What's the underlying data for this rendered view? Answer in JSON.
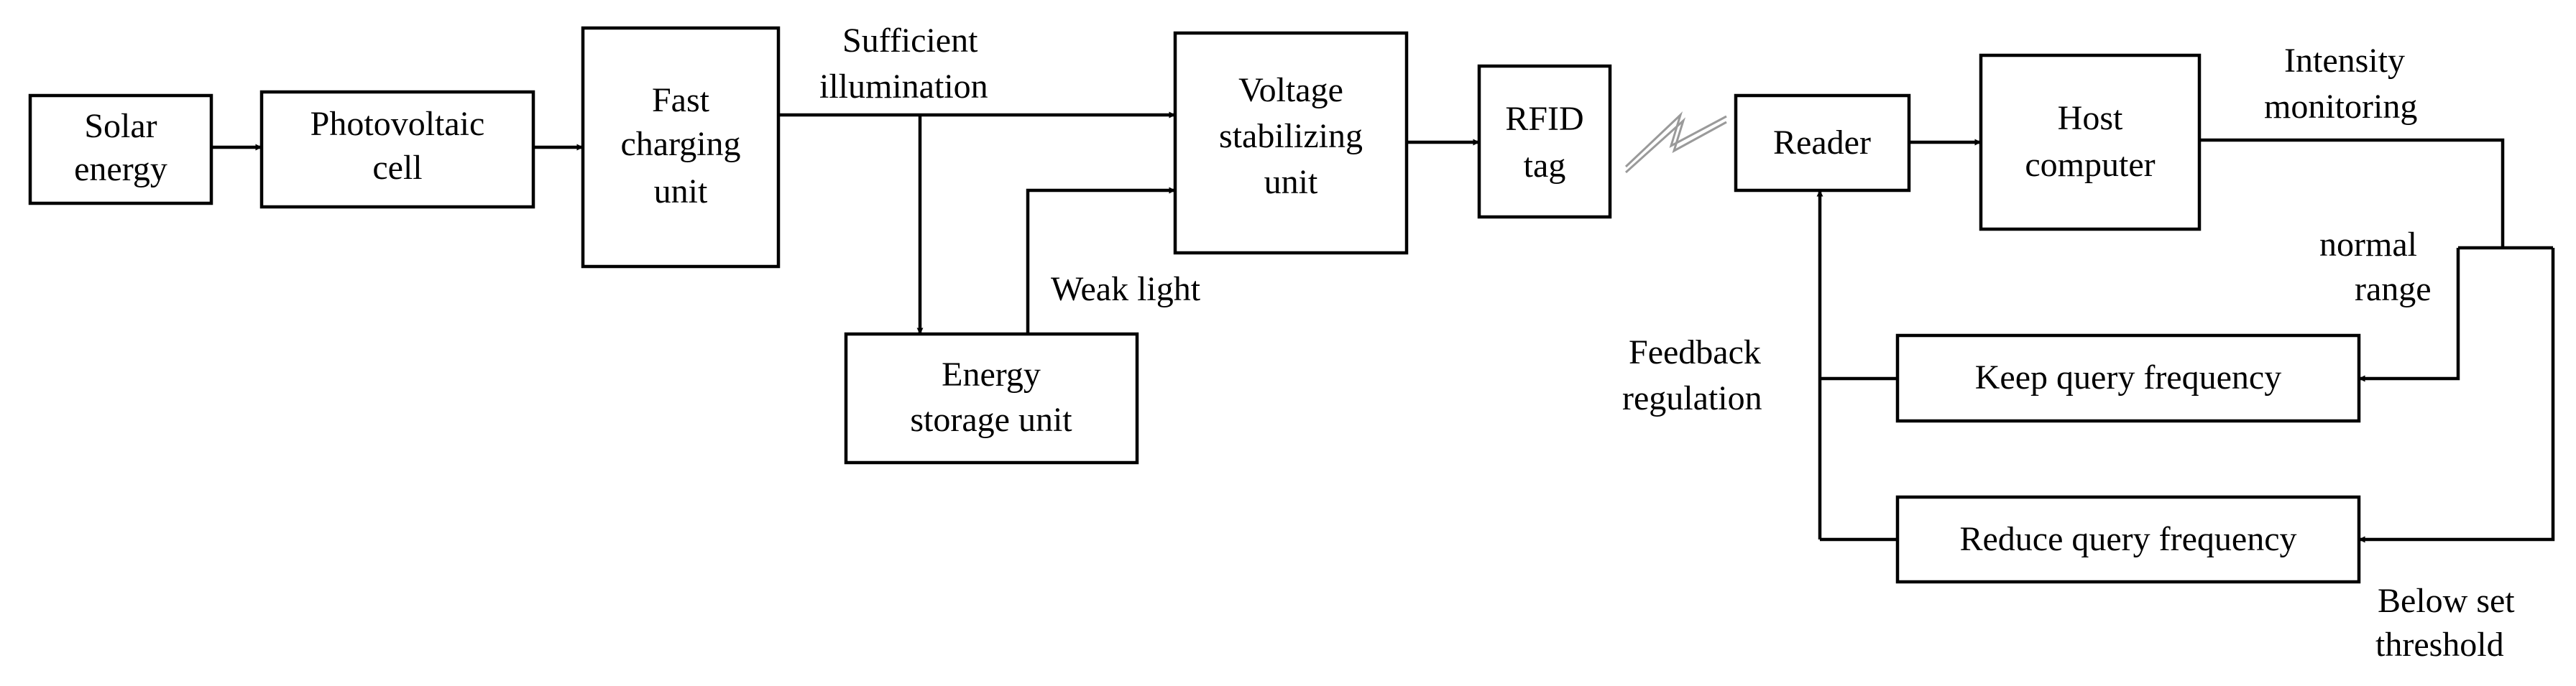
{
  "boxes": {
    "solar": [
      "Solar",
      "energy"
    ],
    "pv": [
      "Photovoltaic",
      "cell"
    ],
    "fast": [
      "Fast",
      "charging",
      "unit"
    ],
    "volt": [
      "Voltage",
      "stabilizing",
      "unit"
    ],
    "storage": [
      "Energy",
      "storage unit"
    ],
    "rfid": [
      "RFID",
      "tag"
    ],
    "reader": [
      "Reader"
    ],
    "host": [
      "Host",
      "computer"
    ],
    "keep": [
      "Keep query frequency"
    ],
    "reduce": [
      "Reduce query frequency"
    ]
  },
  "labels": {
    "sufficient": [
      "Sufficient",
      "illumination"
    ],
    "weak": [
      "Weak light"
    ],
    "intensity": [
      "Intensity",
      "monitoring"
    ],
    "normal": [
      "normal",
      "range"
    ],
    "feedback": [
      "Feedback",
      "regulation"
    ],
    "below": [
      "Below set",
      "threshold"
    ]
  },
  "colors": {
    "stroke": "#000000",
    "wireless": "#9a9a9a",
    "background": "#ffffff"
  }
}
